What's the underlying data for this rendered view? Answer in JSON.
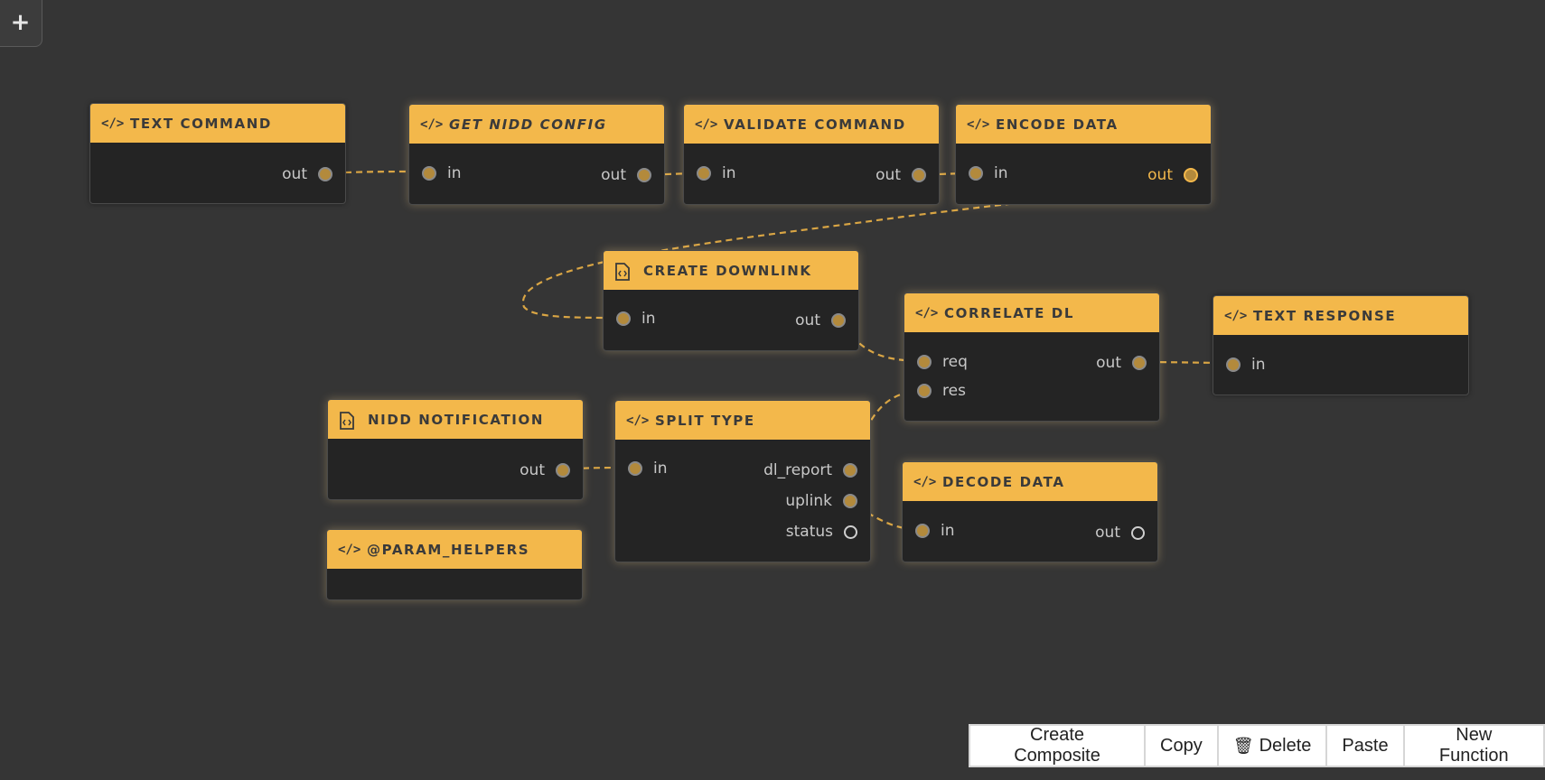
{
  "canvas": {
    "add_button_glyph": "+",
    "background": "#353535",
    "accent": "#f3b84b"
  },
  "nodes": {
    "text_command": {
      "title": "TEXT COMMAND",
      "icon": "code-icon",
      "ports": {
        "out": "out"
      }
    },
    "get_nidd_config": {
      "title": "GET NIDD CONFIG",
      "icon": "code-icon",
      "ports": {
        "in": "in",
        "out": "out"
      }
    },
    "validate_command": {
      "title": "VALIDATE COMMAND",
      "icon": "code-icon",
      "ports": {
        "in": "in",
        "out": "out"
      }
    },
    "encode_data": {
      "title": "ENCODE DATA",
      "icon": "code-icon",
      "ports": {
        "in": "in",
        "out": "out"
      }
    },
    "create_downlink": {
      "title": "CREATE DOWNLINK",
      "icon": "code-file-icon",
      "ports": {
        "in": "in",
        "out": "out"
      }
    },
    "correlate_dl": {
      "title": "CORRELATE DL",
      "icon": "code-icon",
      "ports": {
        "req": "req",
        "res": "res",
        "out": "out"
      }
    },
    "text_response": {
      "title": "TEXT RESPONSE",
      "icon": "code-icon",
      "ports": {
        "in": "in"
      }
    },
    "nidd_notification": {
      "title": "NIDD NOTIFICATION",
      "icon": "code-file-icon",
      "ports": {
        "out": "out"
      }
    },
    "split_type": {
      "title": "SPLIT TYPE",
      "icon": "code-icon",
      "ports": {
        "in": "in",
        "dl_report": "dl_report",
        "uplink": "uplink",
        "status": "status"
      }
    },
    "decode_data": {
      "title": "DECODE DATA",
      "icon": "code-icon",
      "ports": {
        "in": "in",
        "out": "out"
      }
    },
    "param_helpers": {
      "title": "@PARAM_HELPERS",
      "icon": "code-icon"
    }
  },
  "toolbar": {
    "create_composite": "Create Composite",
    "copy": "Copy",
    "delete_icon": "trash-icon",
    "delete": "Delete",
    "paste": "Paste",
    "new_function": "New Function"
  }
}
